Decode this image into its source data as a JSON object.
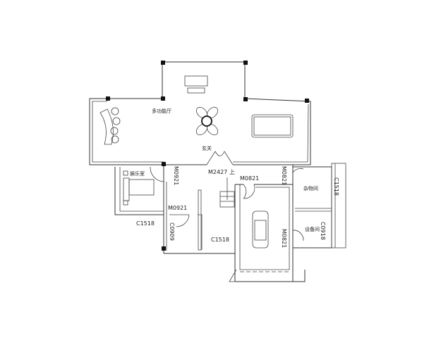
{
  "plan": {
    "rooms": {
      "hall": "多功能厅",
      "entry": "玄关",
      "left_room": "娱乐室",
      "storage": "杂物间",
      "equipment": "设备间"
    },
    "doors": {
      "main": "M2427",
      "left_room": "M0921",
      "lower_left": "M0921",
      "garage": "M0821",
      "storage": "M0821",
      "equipment": "M0821"
    },
    "windows": {
      "left_room": "C1518",
      "lower_left_side": "C0909",
      "lower_mid": "C1518",
      "storage": "C1518",
      "equipment": "C0918"
    },
    "stair_up": "上",
    "colors": {
      "line": "#333333",
      "column": "#111111",
      "background": "#ffffff"
    }
  }
}
